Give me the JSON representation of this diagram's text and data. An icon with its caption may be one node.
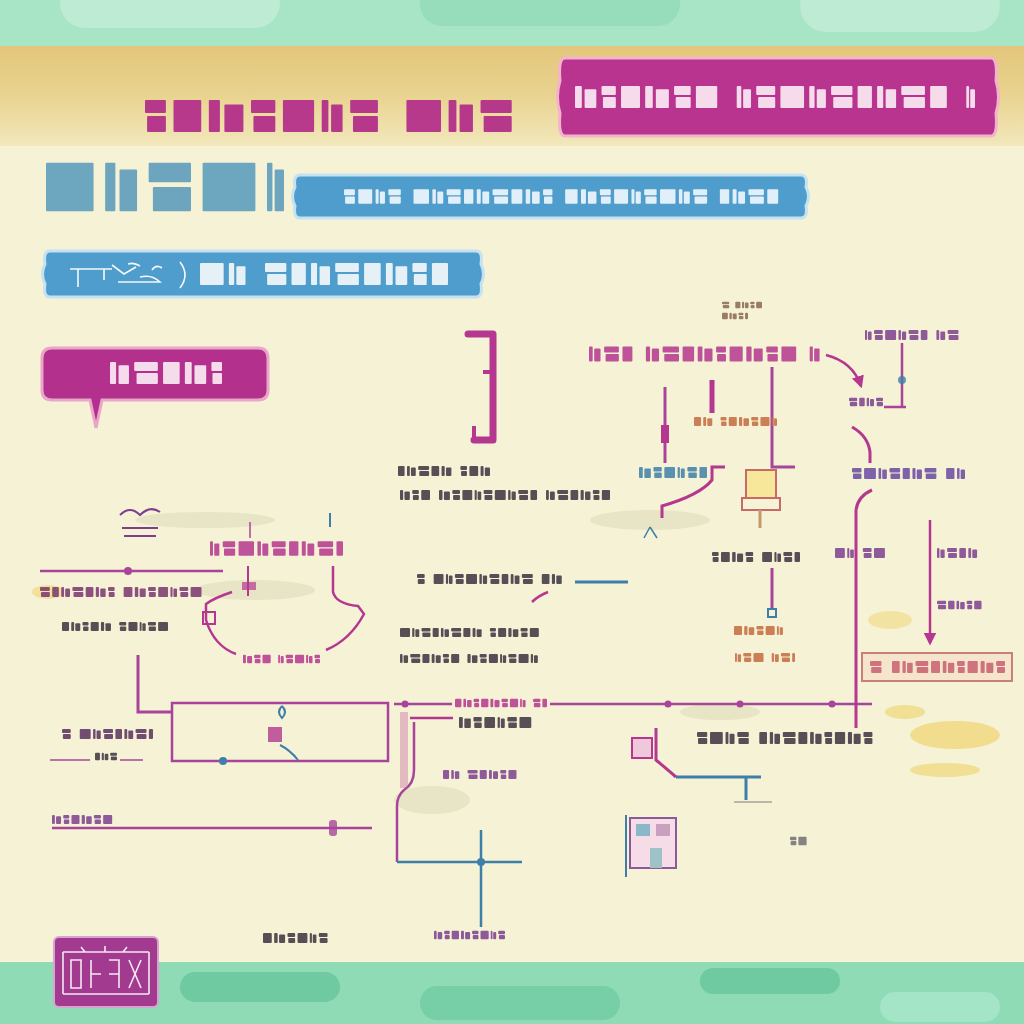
{
  "diagram": {
    "nodes": [
      {
        "text": [],
        "shape": "banner"
      },
      {
        "text": [],
        "shape": "banner"
      },
      {
        "text": [],
        "shape": "banner"
      },
      {
        "text": [],
        "shape": "bubble"
      }
    ]
  }
}
